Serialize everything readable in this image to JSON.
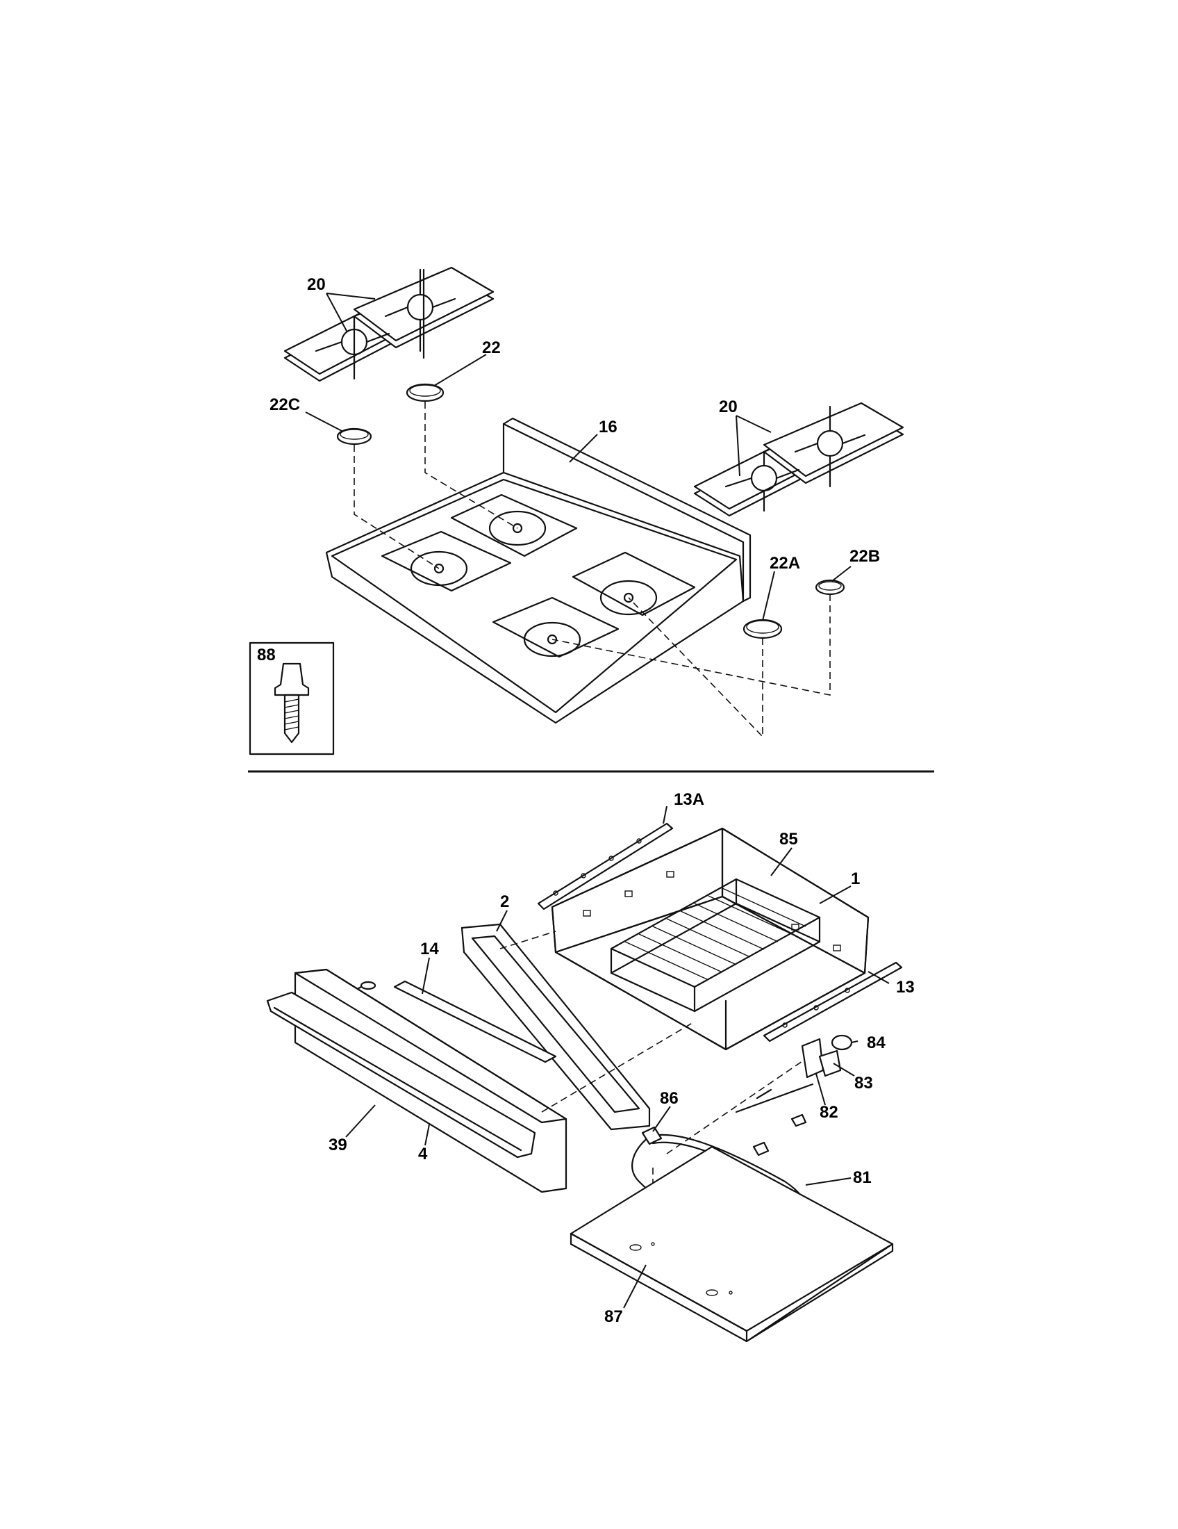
{
  "callouts": {
    "c20a": "20",
    "c22": "22",
    "c22c": "22C",
    "c16": "16",
    "c20b": "20",
    "c22a": "22A",
    "c22b": "22B",
    "c88": "88",
    "c13a": "13A",
    "c85": "85",
    "c1": "1",
    "c2": "2",
    "c14": "14",
    "c13": "13",
    "c84": "84",
    "c83": "83",
    "c82": "82",
    "c86": "86",
    "c39": "39",
    "c4": "4",
    "c81": "81",
    "c87": "87"
  }
}
